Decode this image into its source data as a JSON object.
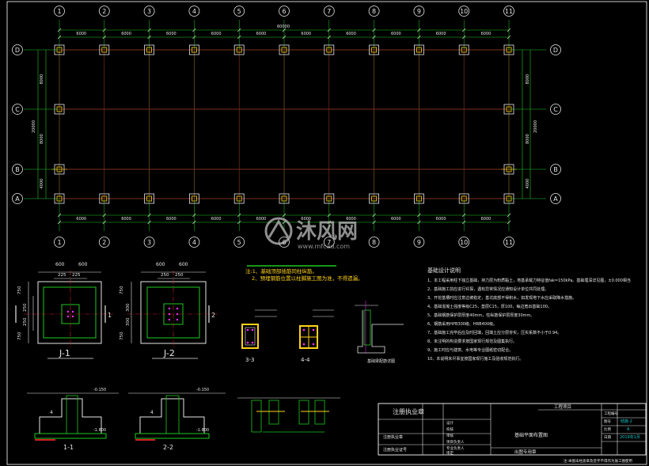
{
  "plan": {
    "column_axes": [
      "1",
      "2",
      "3",
      "4",
      "5",
      "6",
      "7",
      "8",
      "9",
      "10",
      "11"
    ],
    "row_axes": [
      "D",
      "C",
      "B",
      "A"
    ],
    "spans": [
      "6000",
      "6000",
      "6000",
      "6000",
      "6000",
      "6000",
      "6000",
      "6000",
      "6000",
      "6000"
    ],
    "overall_length": "60000",
    "bay_depths": [
      "8000",
      "8000",
      "4000"
    ],
    "overall_width": "20000"
  },
  "details": {
    "j1_title": "J-1",
    "j2_title": "J-2",
    "j1_dims": [
      "600",
      "600",
      "225",
      "225",
      "750",
      "250",
      "250",
      "750"
    ],
    "j2_dims": [
      "600",
      "600",
      "250",
      "250",
      "750",
      "300",
      "300",
      "750"
    ],
    "j1_marker": "1",
    "j2_marker": "2",
    "section_11": "1-1",
    "section_22": "2-2",
    "section_33": "3-3",
    "section_44": "4-4",
    "elev_top": "-0.150",
    "elev_bottom": "-1.800",
    "n4": "4",
    "notes": [
      "注:1、基础顶部插筋同柱纵筋。",
      "2、预埋钢筋位置以柱脚施工图为准，不得遗漏。"
    ],
    "beam_label": "基础梁配筋详图",
    "design_title": "基础设计说明",
    "design_lines": [
      "1、本工程采用柱下独立基础，持力层为粉质黏土，地基承载力特征值fak=150kPa。基础埋深详见图，±0.000相当于绝对标高。",
      "2、基础施工前应进行钎探，遇有异常情况应通知设计单位共同处理。",
      "3、开挖基槽时应注意边坡稳定，基坑底部不得积水，如发现地下水应采取降水措施。",
      "4、基础混凝土强度等级C25，垫层C15，厚100，每边宽出基础100。",
      "5、基础钢筋保护层厚度40mm，柱纵筋保护层厚度30mm。",
      "6、钢筋采用HPB300级、HRB400级。",
      "7、基础施工完毕后应及时回填，回填土应分层夯实，压实系数不小于0.94。",
      "8、未注明的构造要求按国家现行规范及图集执行。",
      "9、施工时应与建筑、水电等专业图纸密切配合。",
      "10、本说明未尽事宜按国家现行施工及验收规范执行。"
    ]
  },
  "title_block": {
    "cert_label": "注册执业章",
    "project_label": "工程项目",
    "drawing_label": "基础平面布置图",
    "reg_labels": [
      "注册执业章",
      "注册执业证号"
    ],
    "role_labels": [
      "设计",
      "校核",
      "审核",
      "项目负责人",
      "专业负责人",
      "审定"
    ],
    "dwg_no": "结施-2",
    "scale": "A",
    "date": "2019年1月",
    "code_labels": [
      "工程编号",
      "图号",
      "比例",
      "日期"
    ],
    "bottom_note": "注:本图未经盖章及签字不得作为施工图使用",
    "stamp_label": "出图专用章"
  },
  "watermark": {
    "brand": "沐风网",
    "url": "www.mfcad.com"
  },
  "colors": {
    "grid_green": "#1ec81e",
    "grid_red": "#a02020",
    "text_white": "#e6e6e6",
    "yellow": "#ffd21a",
    "magenta": "#ff2bff",
    "cyan": "#19c6c6"
  }
}
